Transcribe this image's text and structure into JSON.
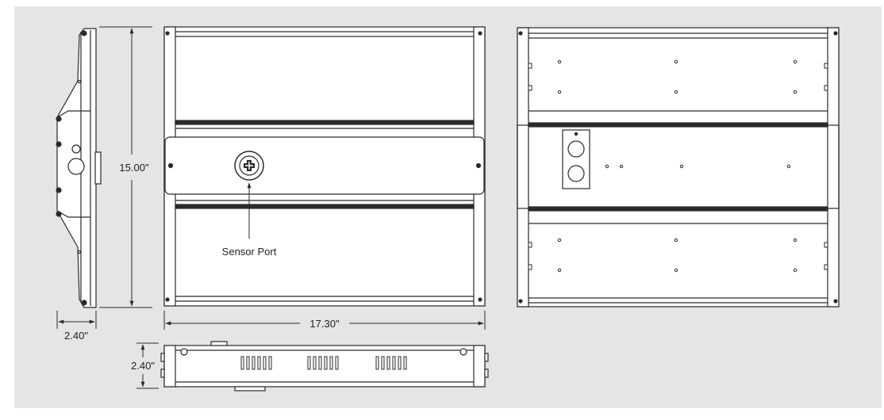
{
  "labels": {
    "height_dim": "15.00\"",
    "width_dim": "17.30\"",
    "side_depth_dim": "2.40\"",
    "bottom_height_dim": "2.40\"",
    "sensor_port": "Sensor Port"
  },
  "colors": {
    "panel_background": "#e4e5e6",
    "drawing_fill": "#ffffff",
    "line": "#2a2a2a"
  },
  "icons": {
    "sensor": "phillips-screw-icon"
  }
}
